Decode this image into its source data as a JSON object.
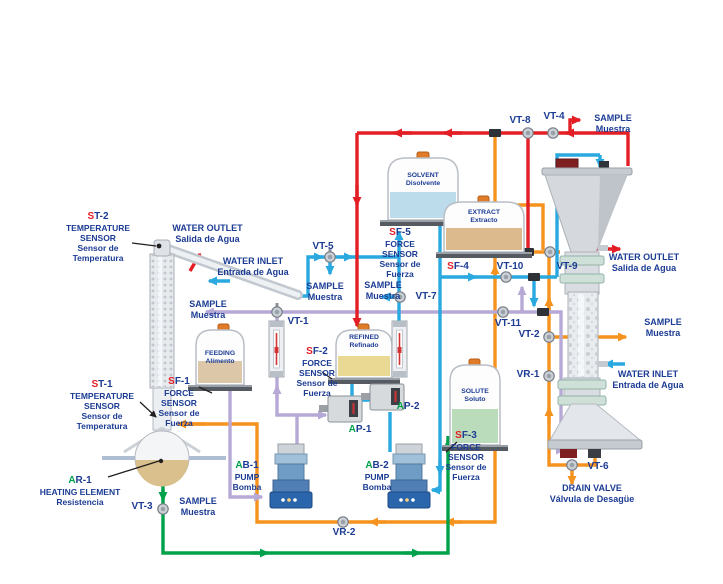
{
  "colors": {
    "pipe_red": "#e31e24",
    "pipe_blue": "#2aa9e0",
    "pipe_orange": "#f6921e",
    "pipe_purple": "#b7a9d6",
    "pipe_green": "#00a14b",
    "label_blue": "#1c3c94"
  },
  "sensors": {
    "st2": {
      "prefix": "S",
      "rest": "T-2",
      "en1": "TEMPERATURE",
      "en2": "SENSOR",
      "es1": "Sensor de",
      "es2": "Temperatura"
    },
    "st1": {
      "prefix": "S",
      "rest": "T-1",
      "en1": "TEMPERATURE",
      "en2": "SENSOR",
      "es1": "Sensor de",
      "es2": "Temperatura"
    },
    "sf1": {
      "prefix": "S",
      "rest": "F-1",
      "en1": "FORCE",
      "en2": "SENSOR",
      "es1": "Sensor de",
      "es2": "Fuerza"
    },
    "sf2": {
      "prefix": "S",
      "rest": "F-2",
      "en1": "FORCE",
      "en2": "SENSOR",
      "es1": "Sensor de",
      "es2": "Fuerza"
    },
    "sf3": {
      "prefix": "S",
      "rest": "F-3",
      "en1": "FORCE",
      "en2": "SENSOR",
      "es1": "Sensor de",
      "es2": "Fuerza"
    },
    "sf5": {
      "prefix": "S",
      "rest": "F-5",
      "en1": "FORCE",
      "en2": "SENSOR",
      "es1": "Sensor de",
      "es2": "Fuerza"
    },
    "sf4": {
      "prefix": "S",
      "rest": "F-4"
    },
    "ar1": {
      "prefix": "A",
      "rest": "R-1",
      "en": "HEATING ELEMENT",
      "es": "Resistencia"
    }
  },
  "pumps": {
    "ab1": {
      "prefix": "A",
      "rest": "B-1",
      "en": "PUMP",
      "es": "Bomba"
    },
    "ab2": {
      "prefix": "A",
      "rest": "B-2",
      "en": "PUMP",
      "es": "Bomba"
    }
  },
  "instruments": {
    "ap1": {
      "prefix": "A",
      "rest": "P-1"
    },
    "ap2": {
      "prefix": "A",
      "rest": "P-2"
    }
  },
  "valves": {
    "vt1": "VT-1",
    "vt2": "VT-2",
    "vt3": "VT-3",
    "vt4": "VT-4",
    "vt5": "VT-5",
    "vt6": "VT-6",
    "vt7": "VT-7",
    "vt8": "VT-8",
    "vt9": "VT-9",
    "vt10": "VT-10",
    "vt11": "VT-11",
    "vr1": "VR-1",
    "vr2": "VR-2"
  },
  "tanks": {
    "feeding": {
      "en": "FEEDING",
      "es": "Alimento"
    },
    "solvent": {
      "en": "SOLVENT",
      "es": "Disolvente"
    },
    "extract": {
      "en": "EXTRACT",
      "es": "Extracto"
    },
    "refined": {
      "en": "REFINED",
      "es": "Refinado"
    },
    "solute": {
      "en": "SOLUTE",
      "es": "Soluto"
    }
  },
  "flows": {
    "sample": {
      "en": "SAMPLE",
      "es": "Muestra"
    },
    "water_inlet": {
      "en": "WATER INLET",
      "es": "Entrada de Agua"
    },
    "water_outlet": {
      "en": "WATER OUTLET",
      "es": "Salida de Agua"
    },
    "drain": {
      "en": "DRAIN VALVE",
      "es": "Válvula de Desagüe"
    }
  }
}
